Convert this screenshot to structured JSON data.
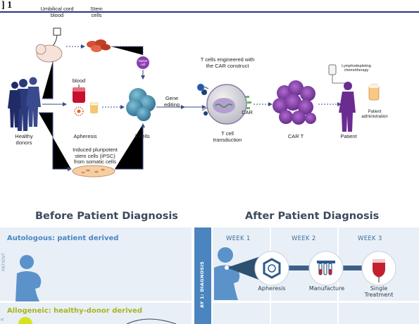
{
  "figure_label": "1",
  "top_diagram": {
    "umbilical_cord_blood": "Umbilical cord\nblood",
    "stem_cells": "Stem\ncells",
    "healthy_donors": "Healthy\ndonors",
    "blood": "blood",
    "apheresis": "Apheresis",
    "native_cell": "Native\ncell",
    "t_cells": "T cells",
    "gene_editing": "Gene\nediting",
    "engineered_caption": "T cells engineered with\nthe CAR construct",
    "car": "CAR",
    "t_cell_transduction": "T cell\ntransduction",
    "car_t": "CAR T",
    "lymphodepleting": "Lymphodepleting\nchemotherapy",
    "patient_administration": "Patient\nadministration",
    "patient": "Patient",
    "ipsc": "Induced pluripotent\nstem cells (iPSC)\nfrom somatic cells"
  },
  "bottom": {
    "before_title": "Before Patient Diagnosis",
    "after_title": "After Patient Diagnosis",
    "autologous": "Autologous: patient derived",
    "allogeneic": "Allogeneic: healthy-donor derived",
    "patient_side_label": "PATIENT",
    "second_side_label": "R",
    "day_label": "AY 1: DIAGNOSIS",
    "weeks": [
      "WEEK 1",
      "WEEK 2",
      "WEEK 3"
    ],
    "steps": [
      "Apheresis",
      "Manufacture",
      "Single\nTreatment"
    ]
  },
  "colors": {
    "figure_rule": "#27357a",
    "panel_bg": "#e9eff7",
    "strip_blue": "#4a85bf",
    "autologous_text": "#4a86c4",
    "allogeneic_text": "#a6b51d",
    "person_blue": "#5b92c9",
    "connector": "#3b4d83",
    "purple": "#6a2c91",
    "tcell_teal": "#3f7f9e"
  }
}
